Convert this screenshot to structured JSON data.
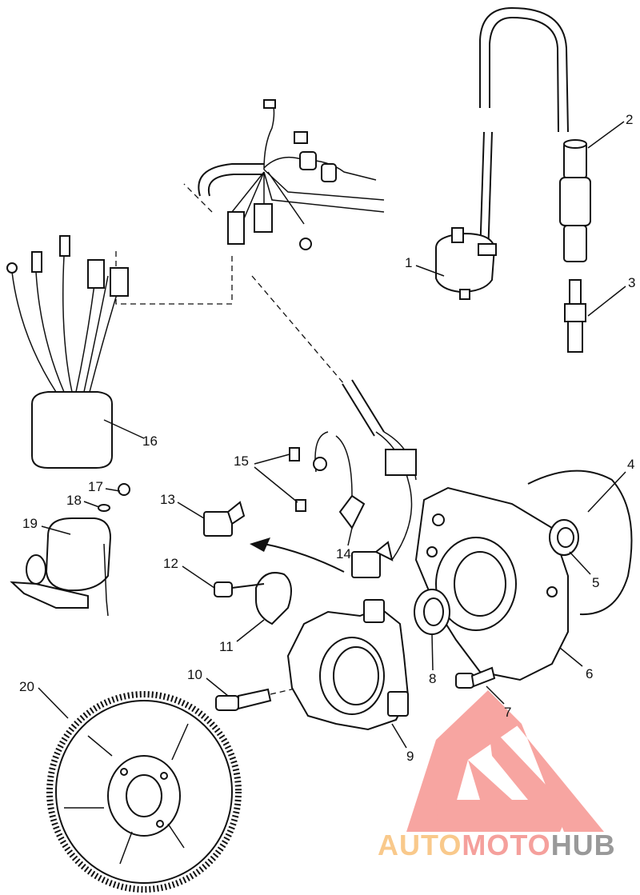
{
  "diagram": {
    "callouts": [
      "1",
      "2",
      "3",
      "4",
      "5",
      "6",
      "7",
      "8",
      "9",
      "10",
      "11",
      "12",
      "13",
      "14",
      "15",
      "16",
      "17",
      "18",
      "19",
      "20"
    ]
  },
  "watermark": {
    "part1": "AUTO",
    "part2": "MOTO",
    "part3": "HUB",
    "colors": {
      "auto": "#f9c98b",
      "moto": "#f5a09c",
      "hub": "#999999",
      "logo": "#f7a19d"
    }
  }
}
